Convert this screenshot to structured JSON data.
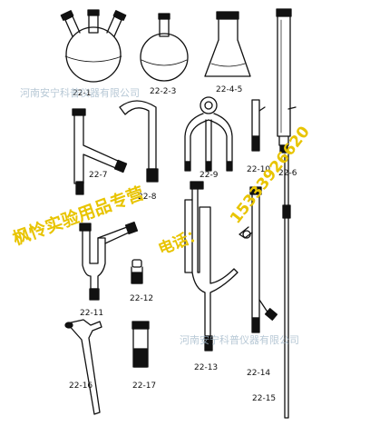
{
  "items": [
    {
      "code": "22-1"
    },
    {
      "code": "22-2-3"
    },
    {
      "code": "22-4-5"
    },
    {
      "code": "22-6"
    },
    {
      "code": "22-7"
    },
    {
      "code": "22-8"
    },
    {
      "code": "22-9"
    },
    {
      "code": "22-10"
    },
    {
      "code": "22-11"
    },
    {
      "code": "22-12"
    },
    {
      "code": "22-13"
    },
    {
      "code": "22-14"
    },
    {
      "code": "22-15"
    },
    {
      "code": "22-16"
    },
    {
      "code": "22-17"
    }
  ],
  "watermarks": {
    "company_top": "河南安宁科普仪器有限公司",
    "company_bottom": "河南安宁科普仪器有限公司"
  },
  "stamp": {
    "store": "枫怜实验用品专营",
    "phone_label": "电话：",
    "phone": "15333926620",
    "color": "#e8c400"
  }
}
